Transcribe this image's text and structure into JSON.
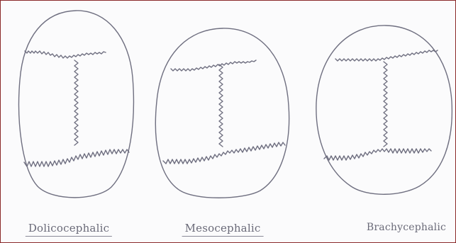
{
  "figure": {
    "skulls": [
      {
        "label": "Dolicocephalic"
      },
      {
        "label": "Mesocephalic"
      },
      {
        "label": "Brachycephalic"
      }
    ],
    "colors": {
      "frame": "#8a2a2a",
      "pencil": "#6a6a78"
    }
  }
}
